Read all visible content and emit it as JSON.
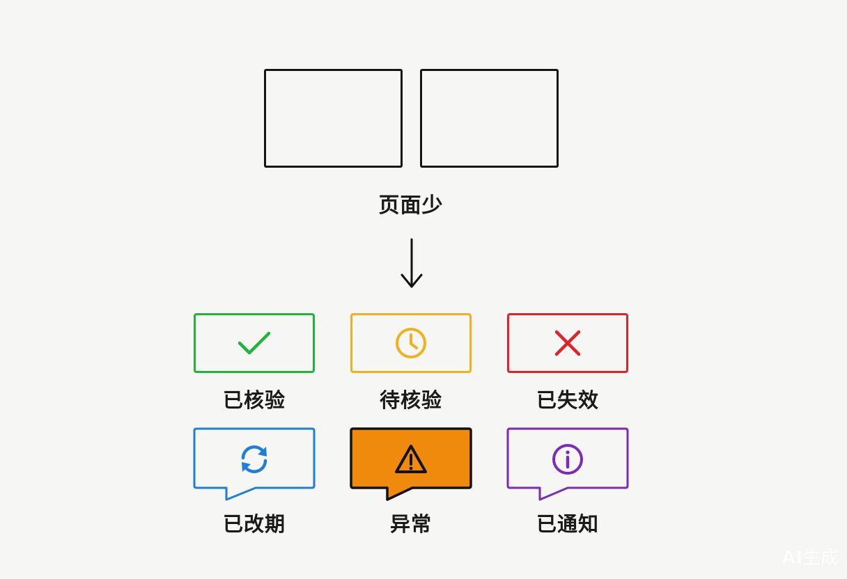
{
  "diagram": {
    "top": {
      "label": "页面少"
    },
    "statuses_row1": [
      {
        "label": "已核验",
        "icon": "check-icon",
        "color": "#22b33a"
      },
      {
        "label": "待核验",
        "icon": "clock-icon",
        "color": "#f0b21c"
      },
      {
        "label": "已失效",
        "icon": "x-icon",
        "color": "#e2222a"
      }
    ],
    "statuses_row2": [
      {
        "label": "已改期",
        "icon": "refresh-icon",
        "color": "#1f7fd8"
      },
      {
        "label": "异常",
        "icon": "warning-icon",
        "color": "#f08a0c"
      },
      {
        "label": "已通知",
        "icon": "info-icon",
        "color": "#7a2bb8"
      }
    ],
    "watermark": "AI生成"
  }
}
